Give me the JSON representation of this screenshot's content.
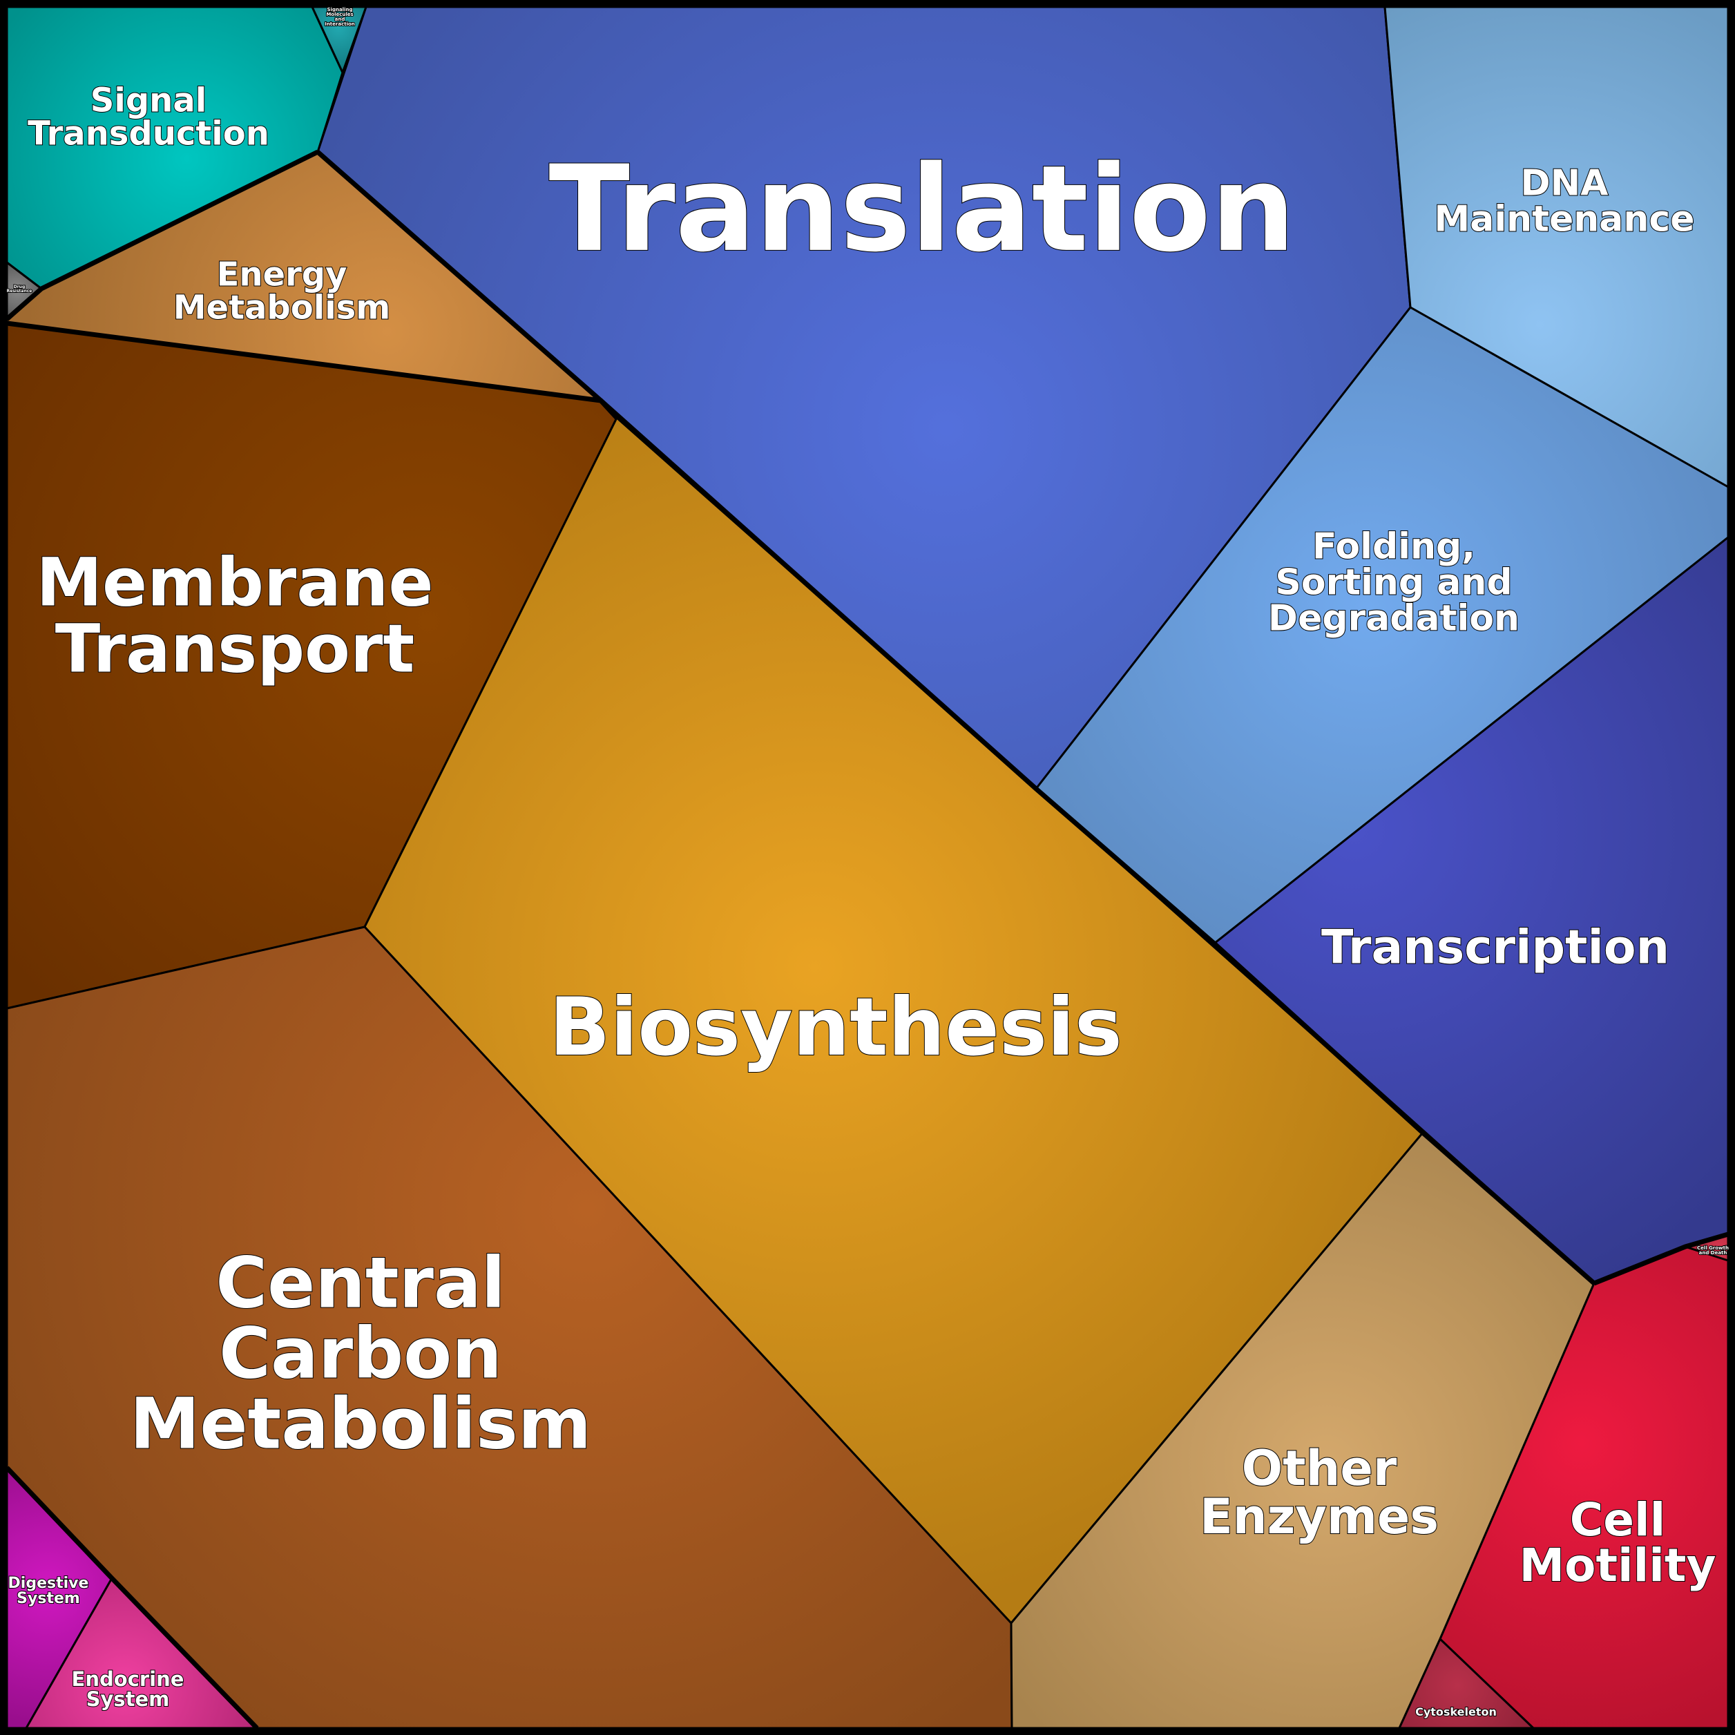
{
  "cells": [
    {
      "id": "translation",
      "lines": [
        "Translation"
      ],
      "color": "#5470dc",
      "edge": "#3f55a6"
    },
    {
      "id": "dna-maintenance",
      "lines": [
        "DNA",
        "Maintenance"
      ],
      "color": "#8fc3f2",
      "edge": "#6b9cc4"
    },
    {
      "id": "folding",
      "lines": [
        "Folding,",
        "Sorting and",
        "Degradation"
      ],
      "color": "#72aaee",
      "edge": "#5f8ec6"
    },
    {
      "id": "transcription",
      "lines": [
        "Transcription"
      ],
      "color": "#4a52c8",
      "edge": "#343a8e"
    },
    {
      "id": "signal-transduction",
      "lines": [
        "Signal",
        "Transduction"
      ],
      "color": "#00c6c0",
      "edge": "#00918c"
    },
    {
      "id": "signaling-molecules",
      "lines": [
        "Signaling",
        "Molecules",
        "and",
        "Interaction"
      ],
      "color": "#22a8b0",
      "edge": "#117a80"
    },
    {
      "id": "drug-resistance",
      "lines": [
        "Drug",
        "Resistance"
      ],
      "color": "#8a8a8a",
      "edge": "#5a5a5a"
    },
    {
      "id": "energy-metabolism",
      "lines": [
        "Energy",
        "Metabolism"
      ],
      "color": "#d48f45",
      "edge": "#a06a30"
    },
    {
      "id": "membrane-transport",
      "lines": [
        "Membrane",
        "Transport"
      ],
      "color": "#8c4500",
      "edge": "#6a3000"
    },
    {
      "id": "biosynthesis",
      "lines": [
        "Biosynthesis"
      ],
      "color": "#e9a323",
      "edge": "#b57c14"
    },
    {
      "id": "central-carbon",
      "lines": [
        "Central",
        "Carbon",
        "Metabolism"
      ],
      "color": "#b86224",
      "edge": "#8a4a1a"
    },
    {
      "id": "other-enzymes",
      "lines": [
        "Other",
        "Enzymes"
      ],
      "color": "#d4a86c",
      "edge": "#a8844e"
    },
    {
      "id": "cell-motility",
      "lines": [
        "Cell",
        "Motility"
      ],
      "color": "#ee1a40",
      "edge": "#b8122e"
    },
    {
      "id": "cell-growth",
      "lines": [
        "Cell Growth",
        "and Death"
      ],
      "color": "#d83850",
      "edge": "#a42438"
    },
    {
      "id": "cytoskeleton",
      "lines": [
        "Cytoskeleton"
      ],
      "color": "#b8304a",
      "edge": "#902238"
    },
    {
      "id": "digestive-system",
      "lines": [
        "Digestive",
        "System"
      ],
      "color": "#d018c0",
      "edge": "#980e8c"
    },
    {
      "id": "endocrine-system",
      "lines": [
        "Endocrine",
        "System"
      ],
      "color": "#f040a0",
      "edge": "#b82878"
    }
  ]
}
